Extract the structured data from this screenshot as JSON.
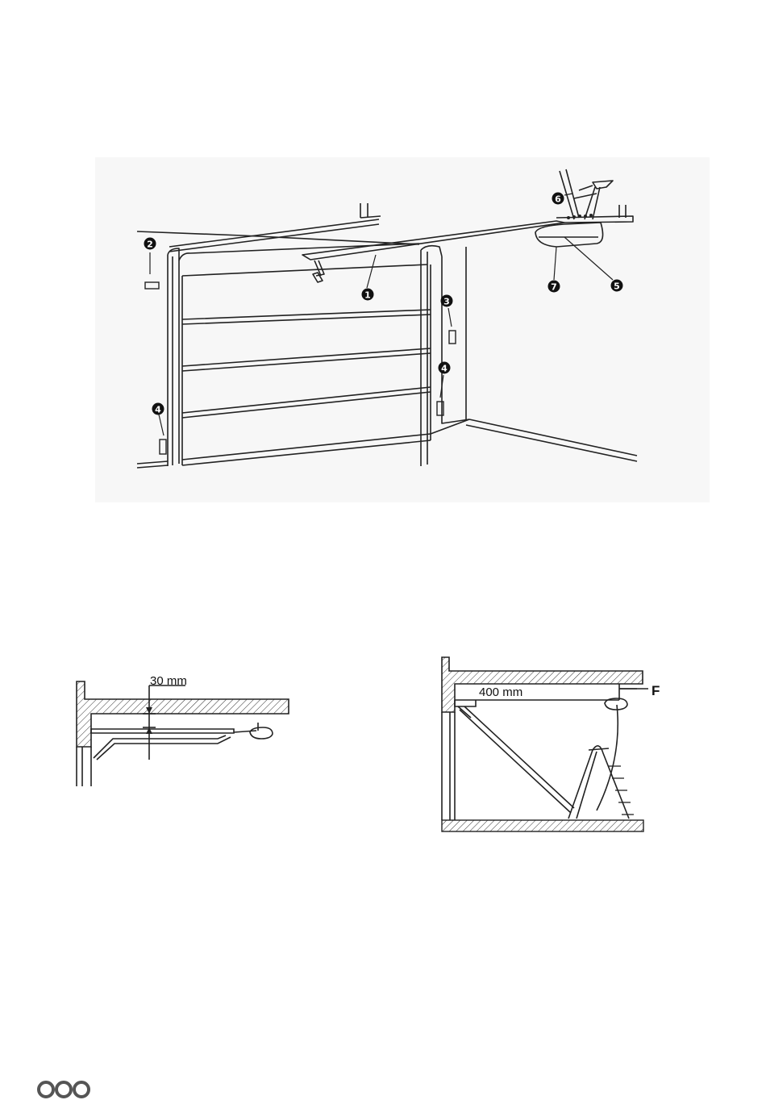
{
  "figure_main": {
    "callouts": [
      "1",
      "2",
      "3",
      "4",
      "4",
      "5",
      "6",
      "7"
    ]
  },
  "figure_left": {
    "dimension_label": "30 mm"
  },
  "figure_right": {
    "dimension_label": "400 mm",
    "point_label": "F"
  },
  "footer": {
    "logo_icon": "three-ring-logo-icon"
  }
}
